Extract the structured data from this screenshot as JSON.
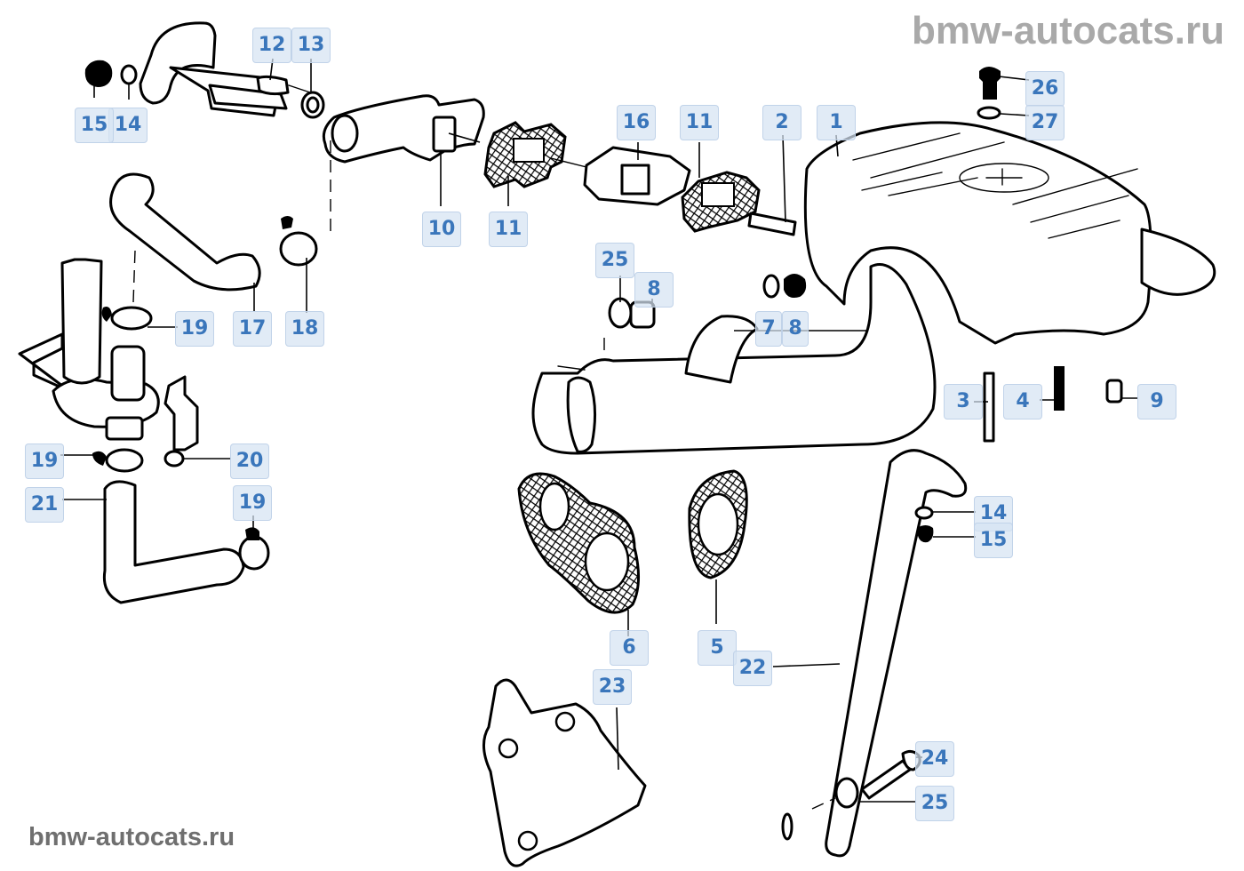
{
  "diagram": {
    "title": "Exhaust manifold / heater parts",
    "watermark_top": "bmw-autocats.ru",
    "watermark_bottom": "bmw-autocats.ru",
    "colors": {
      "callout_bg": "#d6e3f3",
      "callout_text": "#3a76bb",
      "line_art": "#000000",
      "watermark_top": "#a9a9a9",
      "watermark_bottom": "#6f6f6f"
    },
    "parts": [
      {
        "id": "p1",
        "label": "1",
        "part": "manifold-cover"
      },
      {
        "id": "p2",
        "label": "2",
        "part": "stud"
      },
      {
        "id": "p3",
        "label": "3",
        "part": "stud"
      },
      {
        "id": "p4",
        "label": "4",
        "part": "stud"
      },
      {
        "id": "p5",
        "label": "5",
        "part": "gasket-single"
      },
      {
        "id": "p6",
        "label": "6",
        "part": "gasket-double"
      },
      {
        "id": "p7",
        "label": "7",
        "part": "washer"
      },
      {
        "id": "p8a",
        "label": "8",
        "part": "nut"
      },
      {
        "id": "p8b",
        "label": "8",
        "part": "nut"
      },
      {
        "id": "p9",
        "label": "9",
        "part": "sleeve"
      },
      {
        "id": "p10",
        "label": "10",
        "part": "pipe-elbow"
      },
      {
        "id": "p11a",
        "label": "11",
        "part": "gasket"
      },
      {
        "id": "p11b",
        "label": "11",
        "part": "gasket"
      },
      {
        "id": "p12",
        "label": "12",
        "part": "valve-body"
      },
      {
        "id": "p13",
        "label": "13",
        "part": "ring"
      },
      {
        "id": "p14a",
        "label": "14",
        "part": "washer"
      },
      {
        "id": "p14b",
        "label": "14",
        "part": "washer"
      },
      {
        "id": "p15a",
        "label": "15",
        "part": "nut"
      },
      {
        "id": "p15b",
        "label": "15",
        "part": "nut"
      },
      {
        "id": "p16",
        "label": "16",
        "part": "flange"
      },
      {
        "id": "p17",
        "label": "17",
        "part": "hose"
      },
      {
        "id": "p18",
        "label": "18",
        "part": "hose-clamp"
      },
      {
        "id": "p19a",
        "label": "19",
        "part": "hose-clamp"
      },
      {
        "id": "p19b",
        "label": "19",
        "part": "hose-clamp"
      },
      {
        "id": "p19c",
        "label": "19",
        "part": "hose-clamp"
      },
      {
        "id": "p20",
        "label": "20",
        "part": "bracket"
      },
      {
        "id": "p21",
        "label": "21",
        "part": "hose"
      },
      {
        "id": "p22",
        "label": "22",
        "part": "strut"
      },
      {
        "id": "p23",
        "label": "23",
        "part": "mounting-bracket"
      },
      {
        "id": "p24",
        "label": "24",
        "part": "bolt"
      },
      {
        "id": "p25a",
        "label": "25",
        "part": "washer"
      },
      {
        "id": "p25b",
        "label": "25",
        "part": "washer"
      },
      {
        "id": "p26",
        "label": "26",
        "part": "plug"
      },
      {
        "id": "p27",
        "label": "27",
        "part": "seal-ring"
      }
    ]
  }
}
